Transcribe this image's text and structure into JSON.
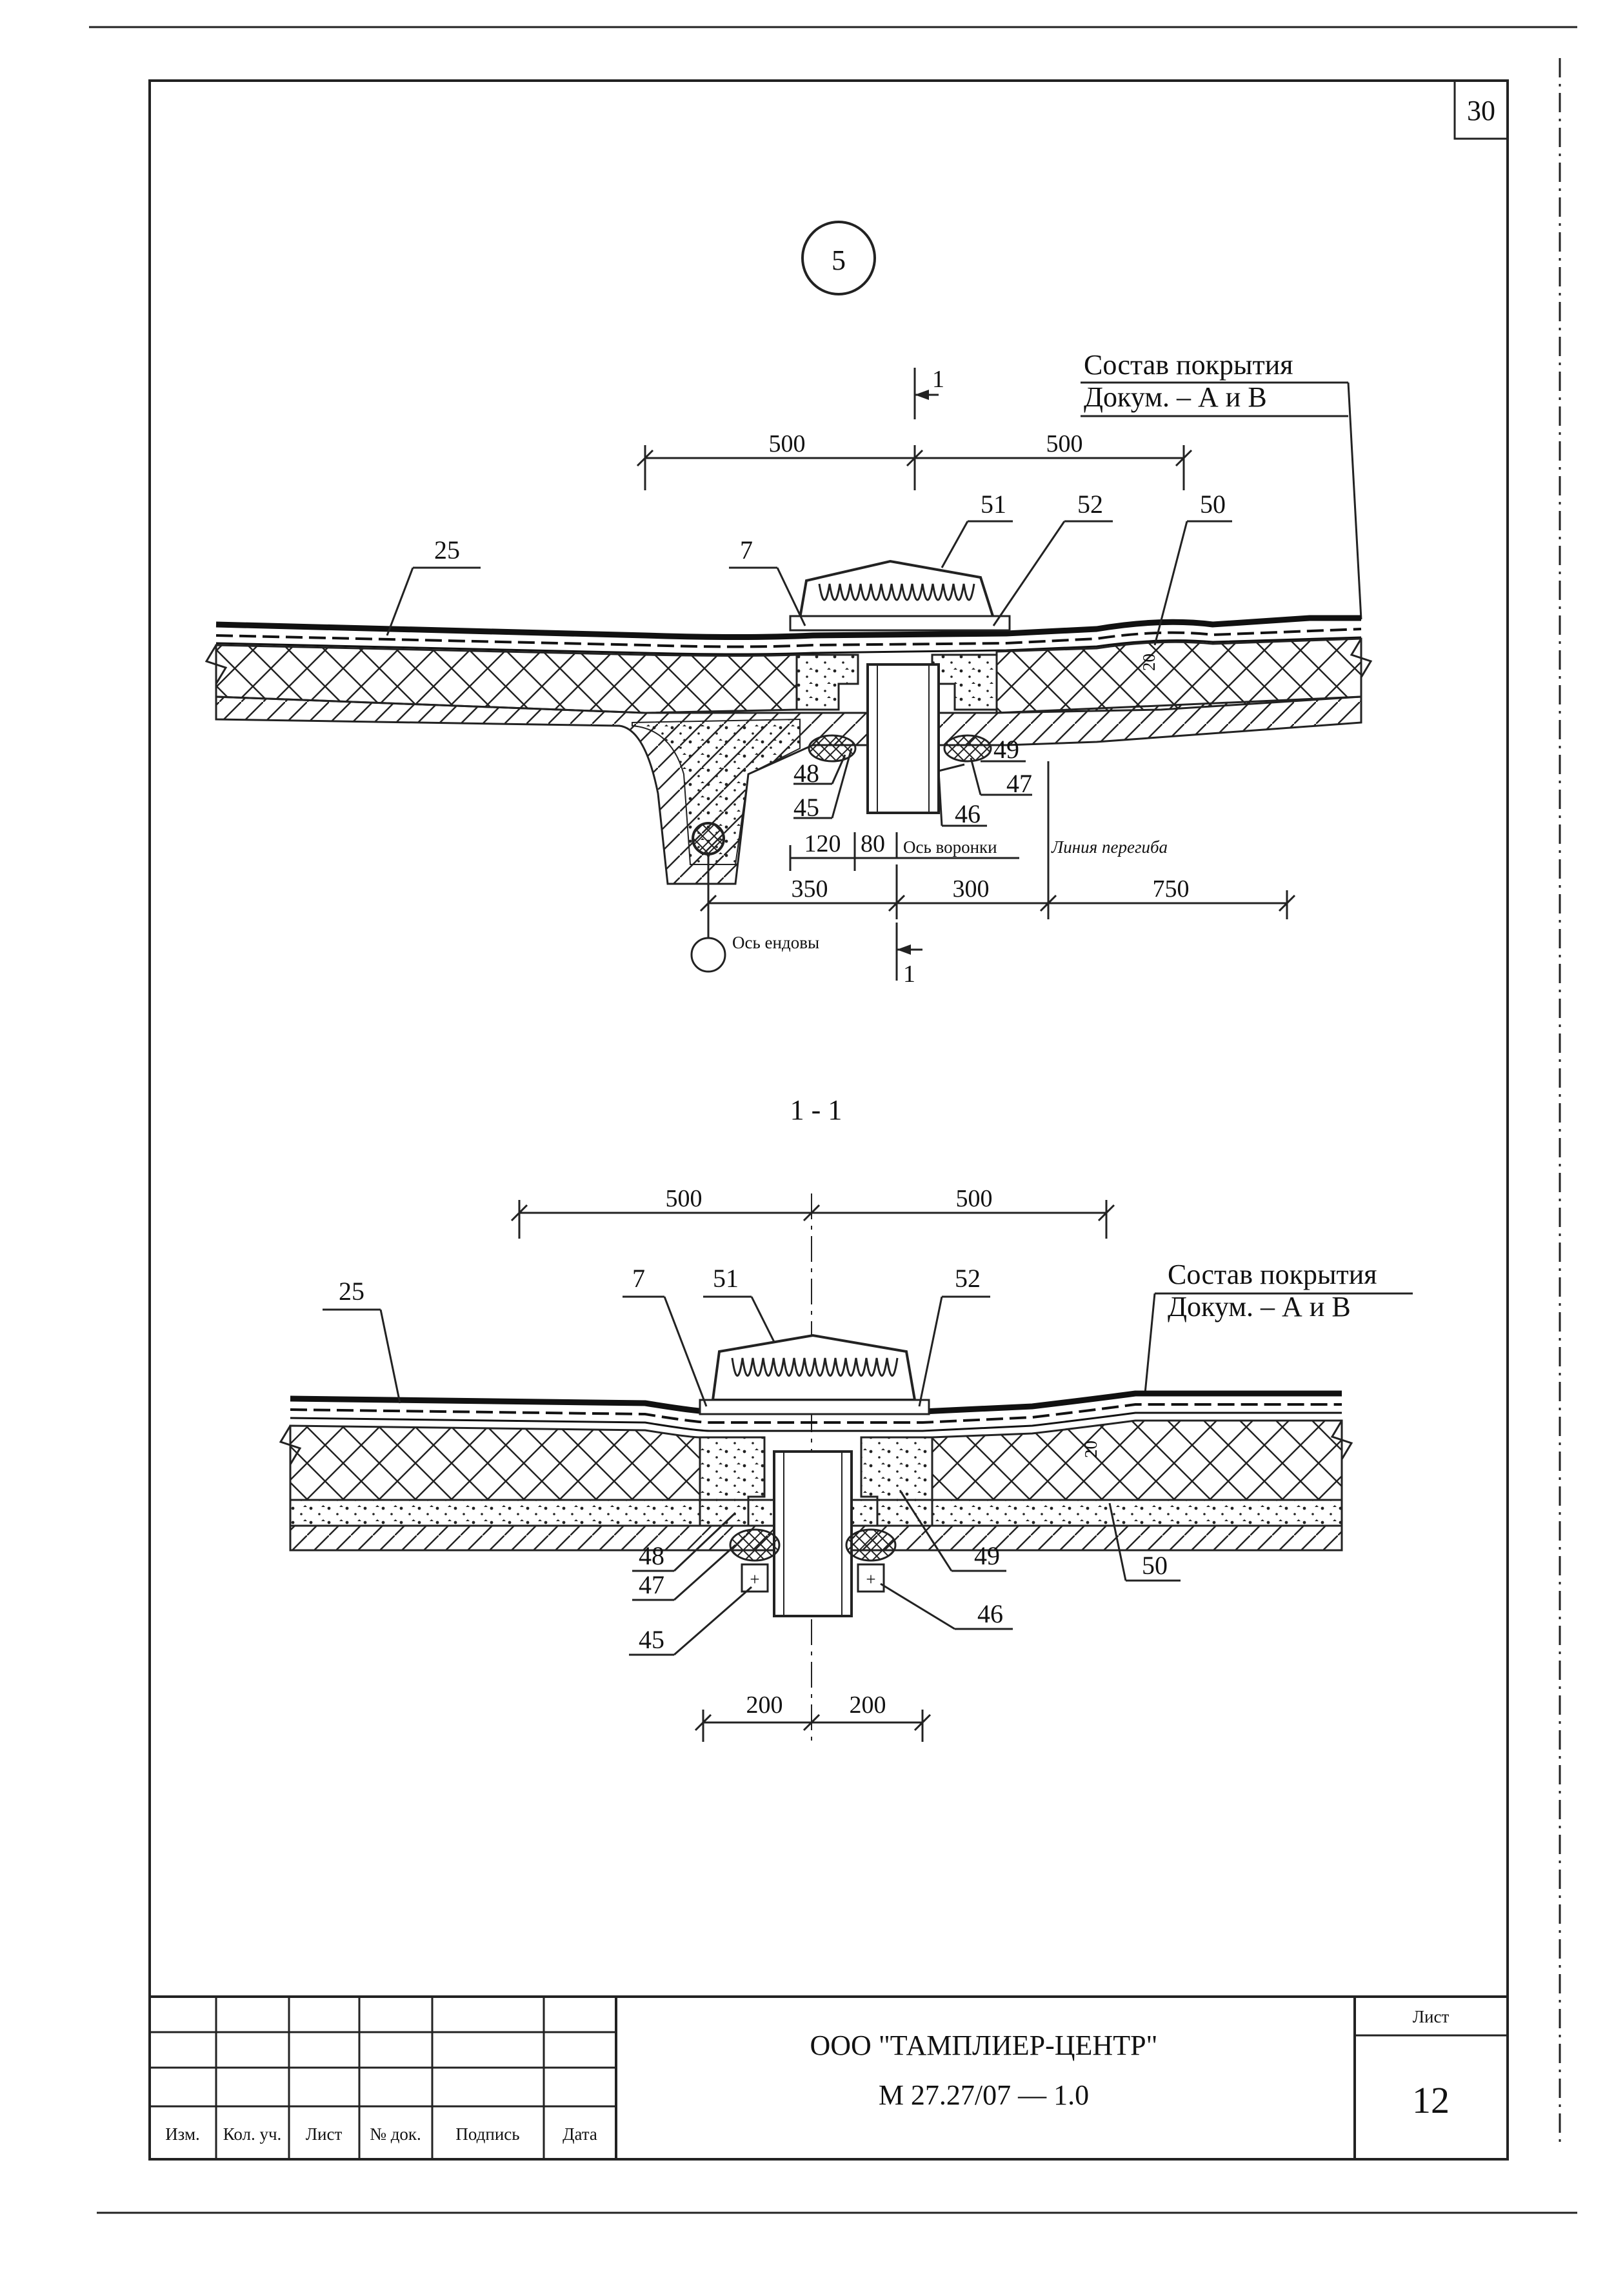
{
  "sheet": {
    "corner_number": "30",
    "detail_circle_number": "5",
    "section_title": "1 - 1"
  },
  "plan_view": {
    "composition_line1": "Состав покрытия",
    "composition_line2": "Докум. – А и В",
    "section_mark_top": "1",
    "section_mark_bottom": "1",
    "dim_500_left": "500",
    "dim_500_right": "500",
    "dim_120": "120",
    "dim_80": "80",
    "dim_350": "350",
    "dim_300": "300",
    "dim_750": "750",
    "dim_20": "20",
    "axis_funnel": "Ось воронки",
    "bend_line": "Линия перегиба",
    "axis_valley": "Ось ендовы",
    "callouts": [
      "25",
      "7",
      "51",
      "52",
      "50",
      "48",
      "45",
      "49",
      "47",
      "46"
    ]
  },
  "section_view": {
    "composition_line1": "Состав покрытия",
    "composition_line2": "Докум. – А и В",
    "dim_500_left": "500",
    "dim_500_right": "500",
    "dim_200_left": "200",
    "dim_200_right": "200",
    "dim_20": "20",
    "callouts": [
      "25",
      "7",
      "51",
      "52",
      "48",
      "47",
      "45",
      "49",
      "46",
      "50"
    ]
  },
  "title_block": {
    "org": "ООО \"ТАМПЛИЕР-ЦЕНТР\"",
    "doc_code": "М 27.27/07  —  1.0",
    "sheet_label": "Лист",
    "sheet_number": "12",
    "columns": [
      "Изм.",
      "Кол. уч.",
      "Лист",
      "№ док.",
      "Подпись",
      "Дата"
    ]
  }
}
